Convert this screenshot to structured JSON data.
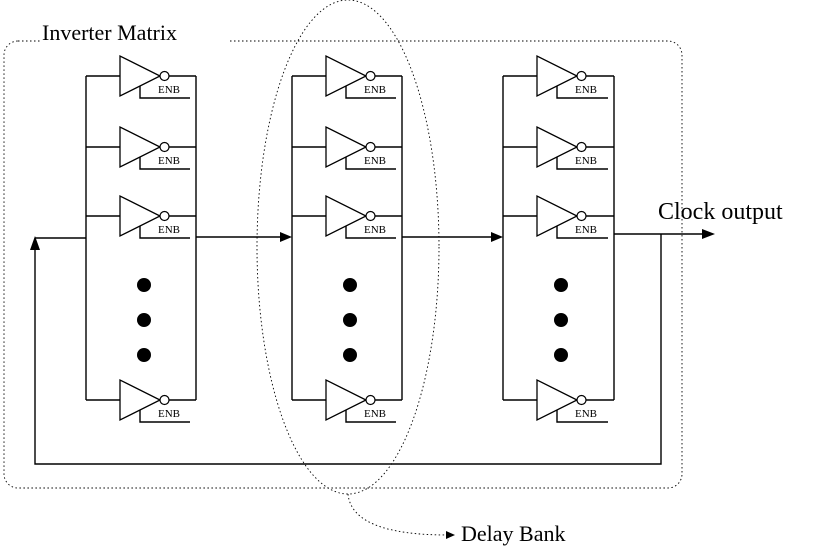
{
  "diagram": {
    "matrix_label": "Inverter Matrix",
    "output_label": "Clock output",
    "bank_label": "Delay Bank",
    "enable_label": "ENB",
    "column_count": 3,
    "visible_inverters_per_column": 4,
    "ellipsis_dots_per_column": 3
  }
}
